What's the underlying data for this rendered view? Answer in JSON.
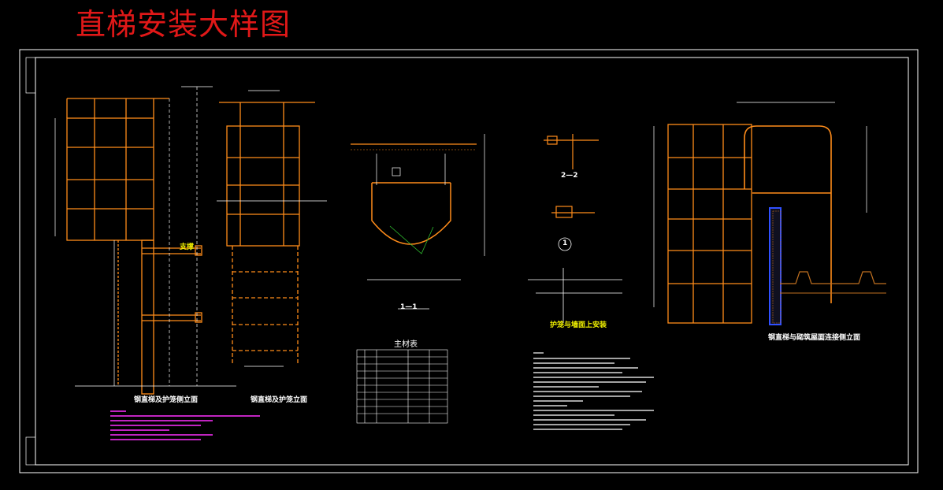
{
  "title": "直梯安装大样图",
  "labels": {
    "section_2_2": "2—2",
    "section_1_1": "1—1",
    "table_title": "主材表",
    "detail_1": "1",
    "elev_1": "钢直梯及护笼侧立面",
    "elev_2": "钢直梯及护笼立面",
    "elev_3": "钢直梯与砌筑屋面连接侧立面",
    "wall_fix": "护笼与墙面上安装",
    "support": "支撑"
  },
  "colors": {
    "background": "#000000",
    "frame": "#ffffff",
    "ladder": "#ff8c1a",
    "dimension": "#ffffff",
    "title": "#e01818",
    "notes_magenta": "#ff30ff",
    "notes_yellow": "#f0f000",
    "wall_hatch": "#c07020",
    "wall_fill": "#3050ff"
  }
}
